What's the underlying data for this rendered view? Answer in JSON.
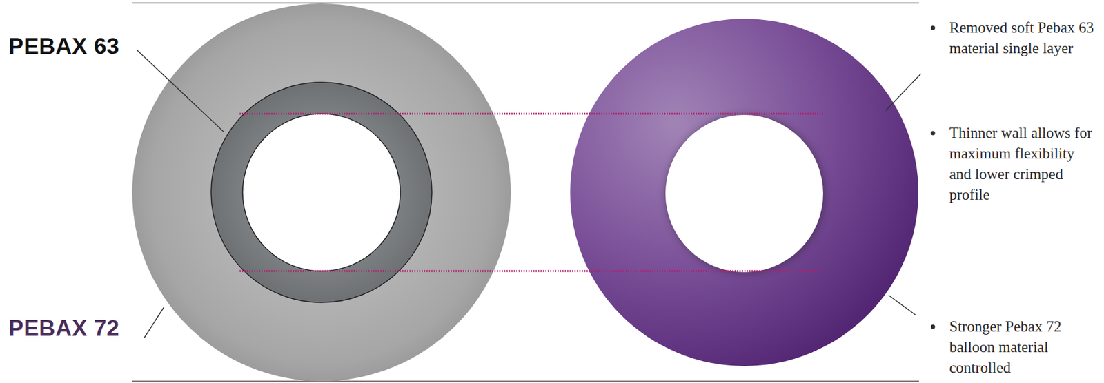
{
  "diagram": {
    "labels": [
      "PEBAX 63",
      "PEBAX 72",
      "Removed soft Pebax 63 material single layer",
      "Thinner wall allows for maximum flexibility and lower crimped profile",
      "Stronger Pebax 72 balloon material controlled"
    ]
  }
}
